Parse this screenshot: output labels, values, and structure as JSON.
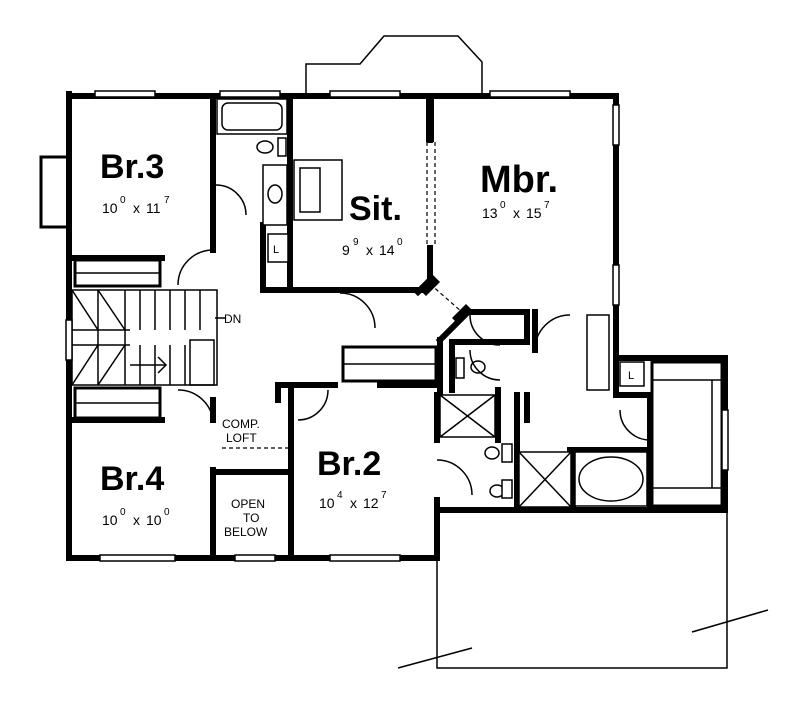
{
  "rooms": {
    "br3": {
      "name": "Br.3",
      "w_ft": "10",
      "w_in": "0",
      "x": "x",
      "l_ft": "11",
      "l_in": "7"
    },
    "sit": {
      "name": "Sit.",
      "w_ft": "9",
      "w_in": "9",
      "x": "x",
      "l_ft": "14",
      "l_in": "0"
    },
    "mbr": {
      "name": "Mbr.",
      "w_ft": "13",
      "w_in": "0",
      "x": "x",
      "l_ft": "15",
      "l_in": "7"
    },
    "br2": {
      "name": "Br.2",
      "w_ft": "10",
      "w_in": "4",
      "x": "x",
      "l_ft": "12",
      "l_in": "7"
    },
    "br4": {
      "name": "Br.4",
      "w_ft": "10",
      "w_in": "0",
      "x": "x",
      "l_ft": "10",
      "l_in": "0"
    }
  },
  "labels": {
    "dn": "DN",
    "comp_line1": "COMP.",
    "comp_line2": "LOFT",
    "open_line1": "OPEN",
    "open_line2": "TO",
    "open_line3": "BELOW",
    "linen1": "L",
    "linen2": "L"
  }
}
